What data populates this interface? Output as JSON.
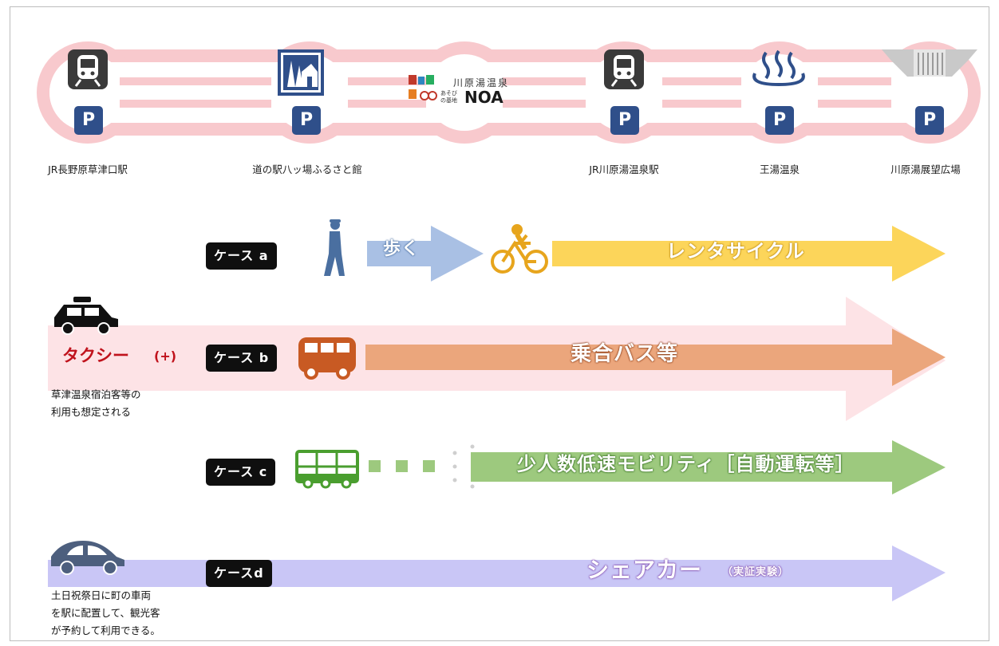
{
  "stations": [
    {
      "label": "JR長野原草津口駅",
      "icon": "train-icon",
      "parking": "P"
    },
    {
      "label": "道の駅八ッ場ふるさと館",
      "icon": "roadside-station-icon",
      "parking": "P"
    },
    {
      "label": "",
      "icon": "noa-logo",
      "parking": ""
    },
    {
      "label": "JR川原湯温泉駅",
      "icon": "train-icon",
      "parking": "P"
    },
    {
      "label": "王湯温泉",
      "icon": "hot-spring-icon",
      "parking": "P"
    },
    {
      "label": "川原湯展望広場",
      "icon": "dam-icon",
      "parking": "P"
    }
  ],
  "noa": {
    "line1": "川原湯温泉",
    "line2a": "あそび",
    "line2b": "の基地",
    "brand": "NOA"
  },
  "cases": [
    {
      "badge": "ケース a",
      "walk_label": "歩く",
      "main_label": "レンタサイクル",
      "walk_color": "#a9c0e4",
      "main_color": "#fcd55a"
    },
    {
      "badge": "ケース b",
      "main_label": "乗合バス等",
      "main_color": "#eba67c"
    },
    {
      "badge": "ケース c",
      "main_label": "少人数低速モビリティ［自動運転等］",
      "main_color": "#9dc97e"
    },
    {
      "badge": "ケースd",
      "main_label": "シェアカー",
      "sub_label": "（実証実験）",
      "main_color": "#c9c6f6"
    }
  ],
  "taxi": {
    "label": "タクシー",
    "plus": "(+)",
    "note": [
      "草津温泉宿泊客等の",
      "利用も想定される"
    ],
    "band_color": "#fde3e6"
  },
  "sharecar": {
    "note": [
      "土日祝祭日に町の車両",
      "を駅に配置して、観光客",
      "が予約して利用できる。"
    ]
  },
  "colors": {
    "ring": "#f8c9cd",
    "parking_bg": "#2f4f8a",
    "icon_dark": "#3a3a3a",
    "bus": "#c85a23",
    "mobility": "#4a9e2f",
    "walker": "#4a6fa0",
    "cycle": "#e7a51d",
    "taxi_text": "#c0121c",
    "share_text": "#7b3fa6"
  }
}
